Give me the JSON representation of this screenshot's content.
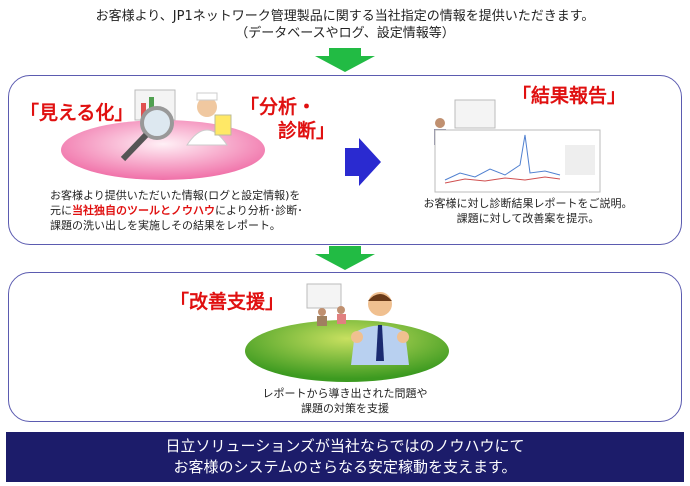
{
  "intro": {
    "line1": "お客様より、JP1ネットワーク管理製品に関する当社指定の情報を提供いただきます。",
    "line2": "（データベースやログ、設定情報等）"
  },
  "step1": {
    "label_visualize": "「見える化」",
    "label_analysis_1": "「分析・",
    "label_analysis_2": "診断」",
    "desc_line1": "お客様より提供いただいた情報(ログと設定情報)を",
    "desc_line2_pre": "元に",
    "desc_line2_highlight": "当社独自のツールとノウハウ",
    "desc_line2_post": "により分析･診断･",
    "desc_line3": "課題の洗い出しを実施しその結果をレポート。",
    "label_report": "「結果報告」",
    "report_desc_line1": "お客様に対し診断結果レポートをご説明。",
    "report_desc_line2": "課題に対して改善案を提示。"
  },
  "step2": {
    "label": "「改善支援」",
    "desc_line1": "レポートから導き出された問題や",
    "desc_line2": "課題の対策を支援"
  },
  "banner": {
    "line1": "日立ソリューションズが当社ならではのノウハウにて",
    "line2": "お客様のシステムのさらなる安定稼動を支えます。"
  },
  "colors": {
    "accent_red": "#e01010",
    "banner": "#1c1c6a",
    "arrow_green": "#22bb44",
    "arrow_blue": "#2a2ad0"
  }
}
